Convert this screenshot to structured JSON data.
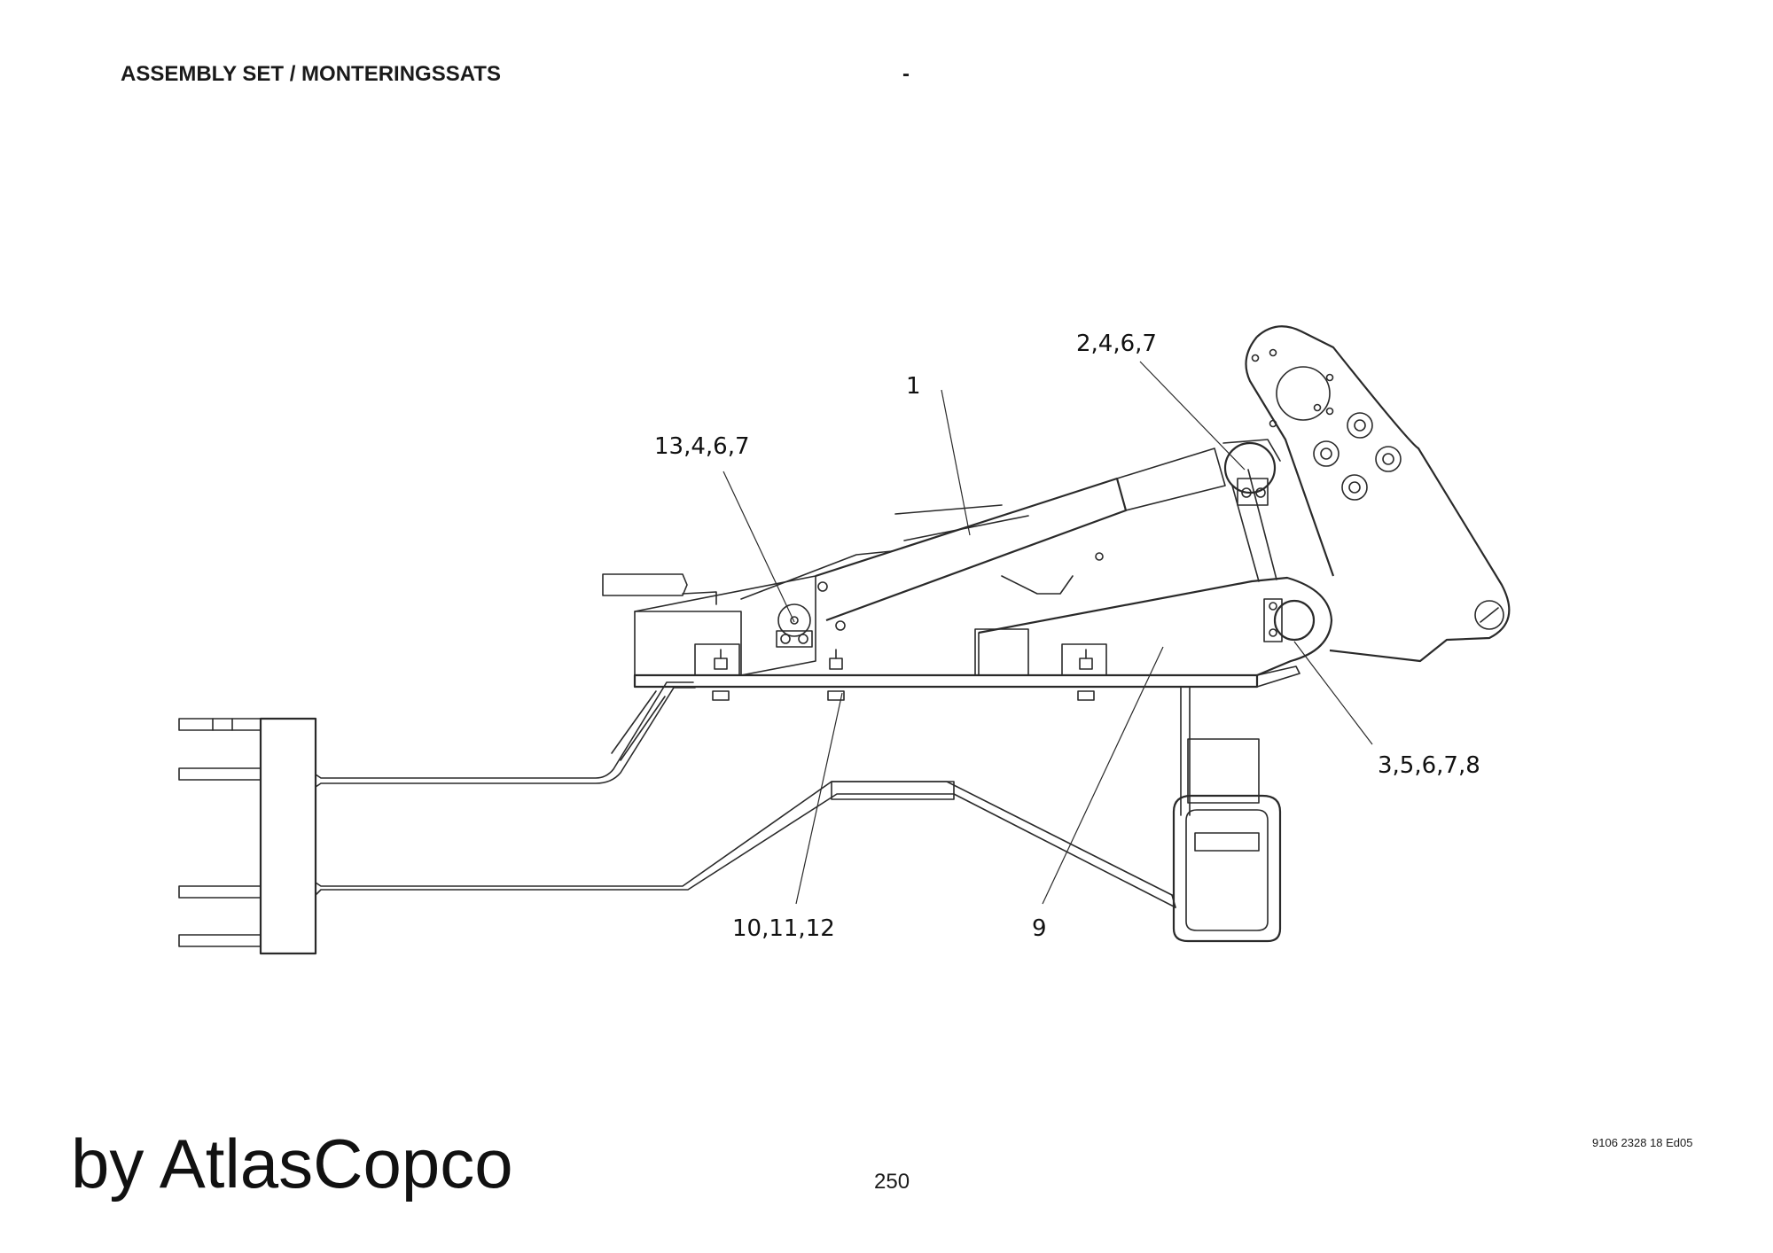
{
  "header": {
    "title": "ASSEMBLY SET / MONTERINGSSATS",
    "dash": "-"
  },
  "callouts": [
    {
      "id": "c1",
      "label": "1"
    },
    {
      "id": "c2",
      "label": "2,4,6,7"
    },
    {
      "id": "c3",
      "label": "13,4,6,7"
    },
    {
      "id": "c4",
      "label": "3,5,6,7,8"
    },
    {
      "id": "c5",
      "label": "10,11,12"
    },
    {
      "id": "c6",
      "label": "9"
    }
  ],
  "footer": {
    "brand": "by AtlasCopco",
    "page_number": "250",
    "doc_code": "9106 2328 18 Ed05"
  }
}
